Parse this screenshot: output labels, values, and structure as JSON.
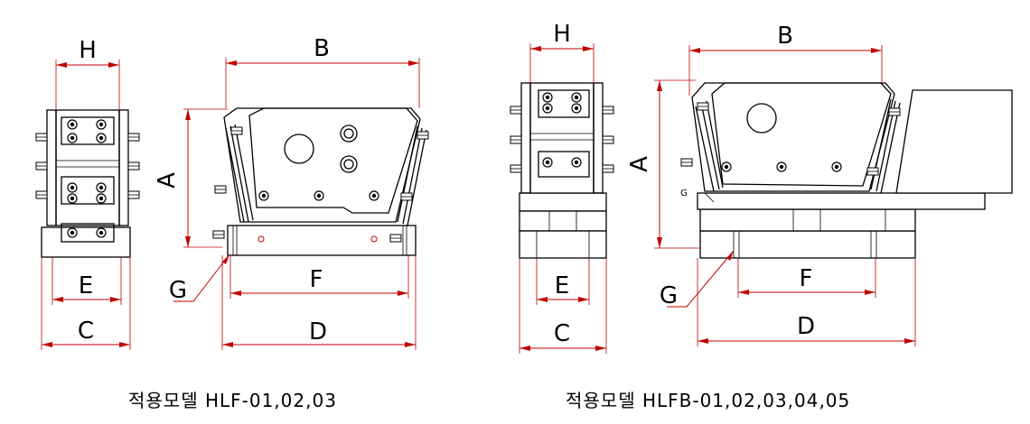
{
  "labels": {
    "left": {
      "H": "H",
      "B": "B",
      "A": "A",
      "E": "E",
      "C": "C",
      "F": "F",
      "D": "D",
      "G": "G"
    },
    "right": {
      "H": "H",
      "B": "B",
      "A": "A",
      "E": "E",
      "C": "C",
      "F": "F",
      "D": "D",
      "G": "G",
      "G_small": "G"
    }
  },
  "captions": {
    "left": "적용모델 HLF-01,02,03",
    "right": "적용모델 HLFB-01,02,03,04,05"
  },
  "colors": {
    "dimension_line": "#c00000",
    "outline": "#000000"
  }
}
